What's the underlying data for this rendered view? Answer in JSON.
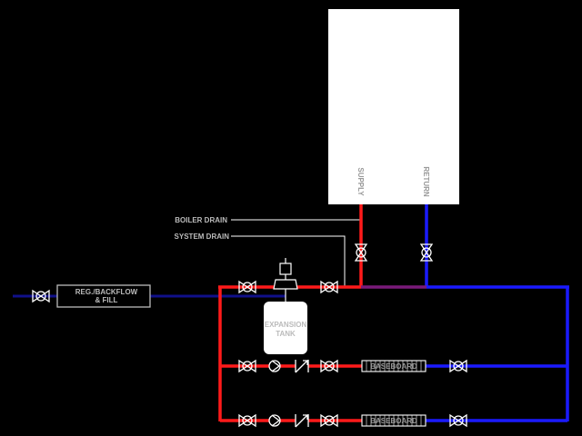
{
  "labels": {
    "boiler_supply": "SUPPLY",
    "boiler_return": "RETURN",
    "boiler_drain": "BOILER DRAIN",
    "system_drain": "SYSTEM DRAIN",
    "reg_fill_line1": "REG./BACKFLOW",
    "reg_fill_line2": "& FILL",
    "expansion_line1": "EXPANSION",
    "expansion_line2": "TANK",
    "baseboard_1": "BASEBOARD",
    "baseboard_2": "BASEBOARD"
  },
  "colors": {
    "background": "#000000",
    "supply_pipe": "#ff1a1a",
    "return_pipe": "#1a1aff",
    "mixed_pipe": "#7a1a7a",
    "fill_pipe": "#10108a",
    "equipment": "#ffffff",
    "label_text": "#bbbbbb",
    "component_text": "#999999"
  }
}
